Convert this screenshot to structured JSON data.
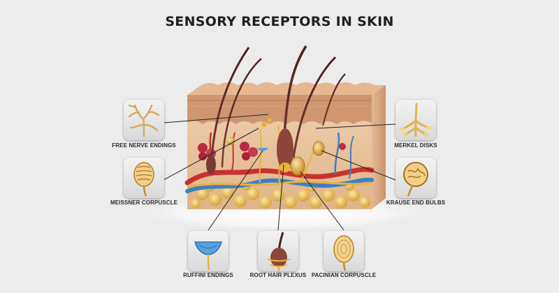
{
  "title": "SENSORY RECEPTORS IN SKIN",
  "receptors": {
    "free_nerve_endings": "FREE NERVE ENDINGS",
    "meissner_corpuscle": "MEISSNER CORPUSCLE",
    "merkel_disks": "MERKEL DISKS",
    "krause_end_bulbs": "KRAUSE END BULBS",
    "ruffini_endings": "RUFFINI ENDINGS",
    "root_hair_plexus": "ROOT HAIR PLEXUS",
    "pacinian_corpuscle": "PACINIAN CORPUSCLE"
  },
  "colors": {
    "background": "#ececec",
    "epidermis": "#d7a27a",
    "dermis": "#e8c39f",
    "artery": "#c8322d",
    "vein": "#3f7fc4",
    "fat": "#f0c860",
    "nerve": "#e9b23c",
    "hair": "#6b2f2a"
  }
}
